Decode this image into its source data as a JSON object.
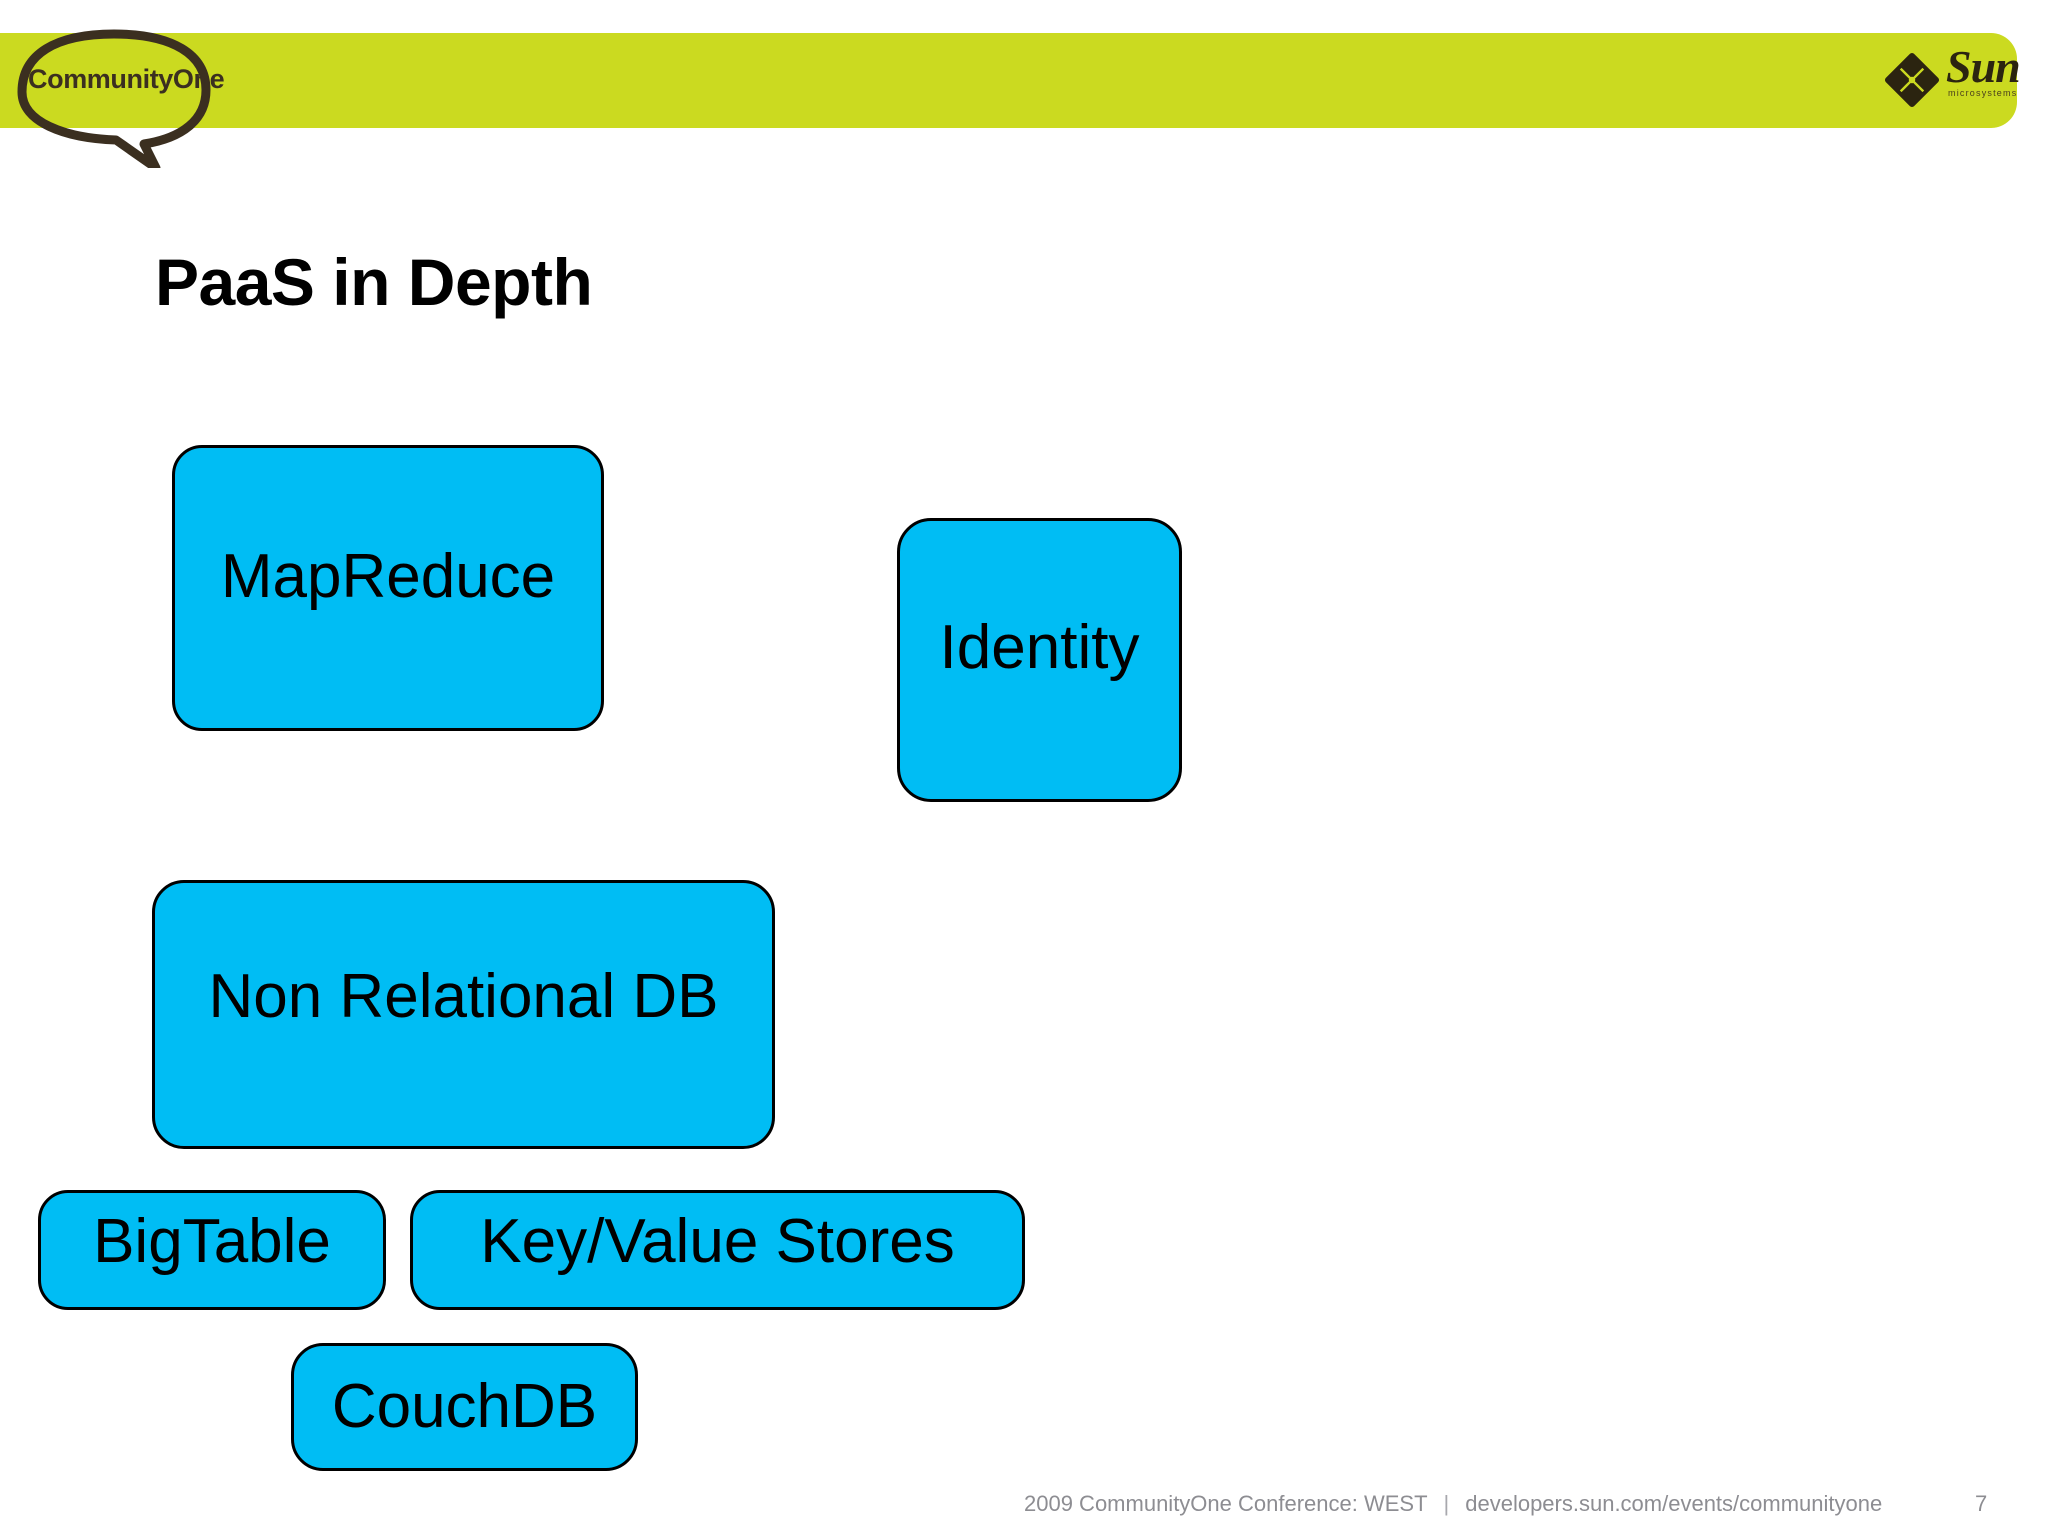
{
  "slide": {
    "title": "PaaS in Depth",
    "page_number": "7",
    "background_color": "#ffffff"
  },
  "header": {
    "bar_color": "#cbda20",
    "community_logo": {
      "text_primary": "Community",
      "text_secondary": "One",
      "color": "#3b2f20"
    },
    "sun_logo": {
      "wordmark": "Sun",
      "sub_wordmark": "microsystems",
      "color": "#2b2410"
    }
  },
  "diagram": {
    "node_fill": "#00bdf4",
    "node_border": "#000000",
    "nodes": [
      {
        "id": "mapreduce",
        "label": "MapReduce"
      },
      {
        "id": "identity",
        "label": "Identity"
      },
      {
        "id": "non-relational-db",
        "label": "Non Relational DB"
      },
      {
        "id": "bigtable",
        "label": "BigTable"
      },
      {
        "id": "key-value-stores",
        "label": "Key/Value Stores"
      },
      {
        "id": "couchdb",
        "label": "CouchDB"
      }
    ]
  },
  "footer": {
    "conference": "2009 CommunityOne Conference: WEST",
    "separator": "|",
    "url": "developers.sun.com/events/communityone",
    "page_number": "7",
    "color": "#8d8d92"
  }
}
